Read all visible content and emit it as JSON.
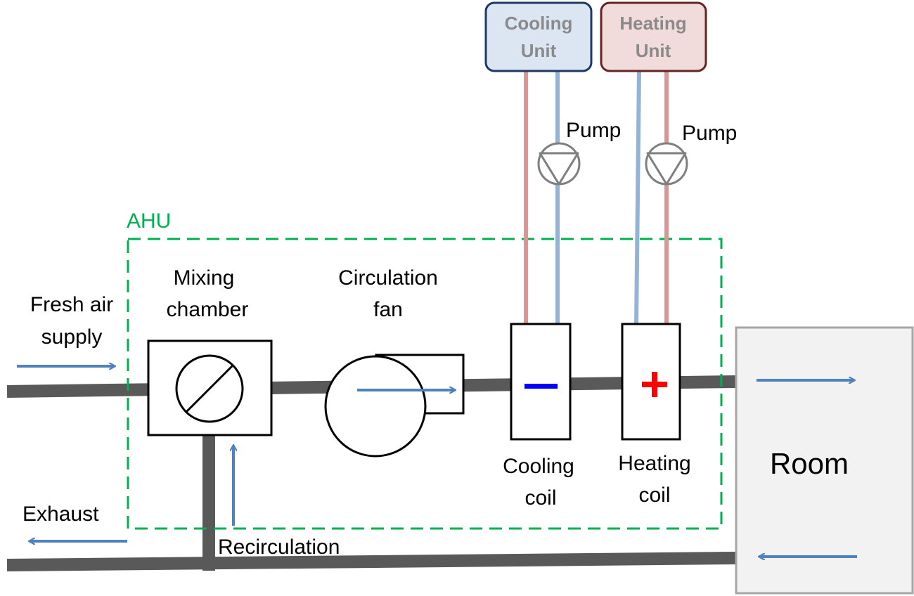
{
  "colors": {
    "duct": "#595959",
    "air_arrow": "#4f81bd",
    "ahu_boundary": "#00b050",
    "cold_pipe": "#95b3d7",
    "hot_pipe": "#d99694",
    "pump": "#7f7f7f",
    "cooling_unit_fill": "#dce6f2",
    "cooling_unit_stroke": "#1f3864",
    "heating_unit_fill": "#f2dcdb",
    "heating_unit_stroke": "#632523",
    "room_fill": "#f2f2f2",
    "room_stroke": "#a6a6a6",
    "minus_sign": "#0000ff",
    "plus_sign": "#ff0000"
  },
  "labels": {
    "ahu": "AHU",
    "fresh_air_1": "Fresh air",
    "fresh_air_2": "supply",
    "exhaust": "Exhaust",
    "recirculation": "Recirculation",
    "mixing_1": "Mixing",
    "mixing_2": "chamber",
    "fan_1": "Circulation",
    "fan_2": "fan",
    "cooling_coil_1": "Cooling",
    "cooling_coil_2": "coil",
    "heating_coil_1": "Heating",
    "heating_coil_2": "coil",
    "room": "Room",
    "cooling_unit_1": "Cooling",
    "cooling_unit_2": "Unit",
    "heating_unit_1": "Heating",
    "heating_unit_2": "Unit",
    "pump_cooling": "Pump",
    "pump_heating": "Pump"
  }
}
